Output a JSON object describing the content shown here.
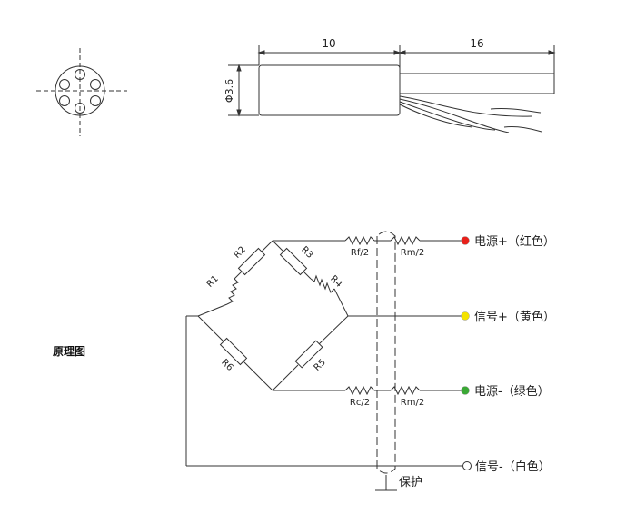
{
  "dimensions": {
    "body_length": "10",
    "cable_length": "16",
    "diameter": "Φ3.6"
  },
  "section_title": "原理图",
  "resistors": {
    "r1": "R1",
    "r2": "R2",
    "r3": "R3",
    "r4": "R4",
    "r5": "R5",
    "r6": "R6",
    "rf": "Rf/2",
    "rm_top": "Rm/2",
    "rc": "Rc/2",
    "rm_bottom": "Rm/2"
  },
  "terminals": {
    "power_pos": {
      "label": "电源+（红色）",
      "color": "#e8201a"
    },
    "signal_pos": {
      "label": "信号+（黄色）",
      "color": "#f4e300"
    },
    "power_neg": {
      "label": "电源-（绿色）",
      "color": "#3aa935"
    },
    "signal_neg": {
      "label": "信号-（白色）",
      "color": "#ffffff"
    }
  },
  "shield_label": "保护"
}
